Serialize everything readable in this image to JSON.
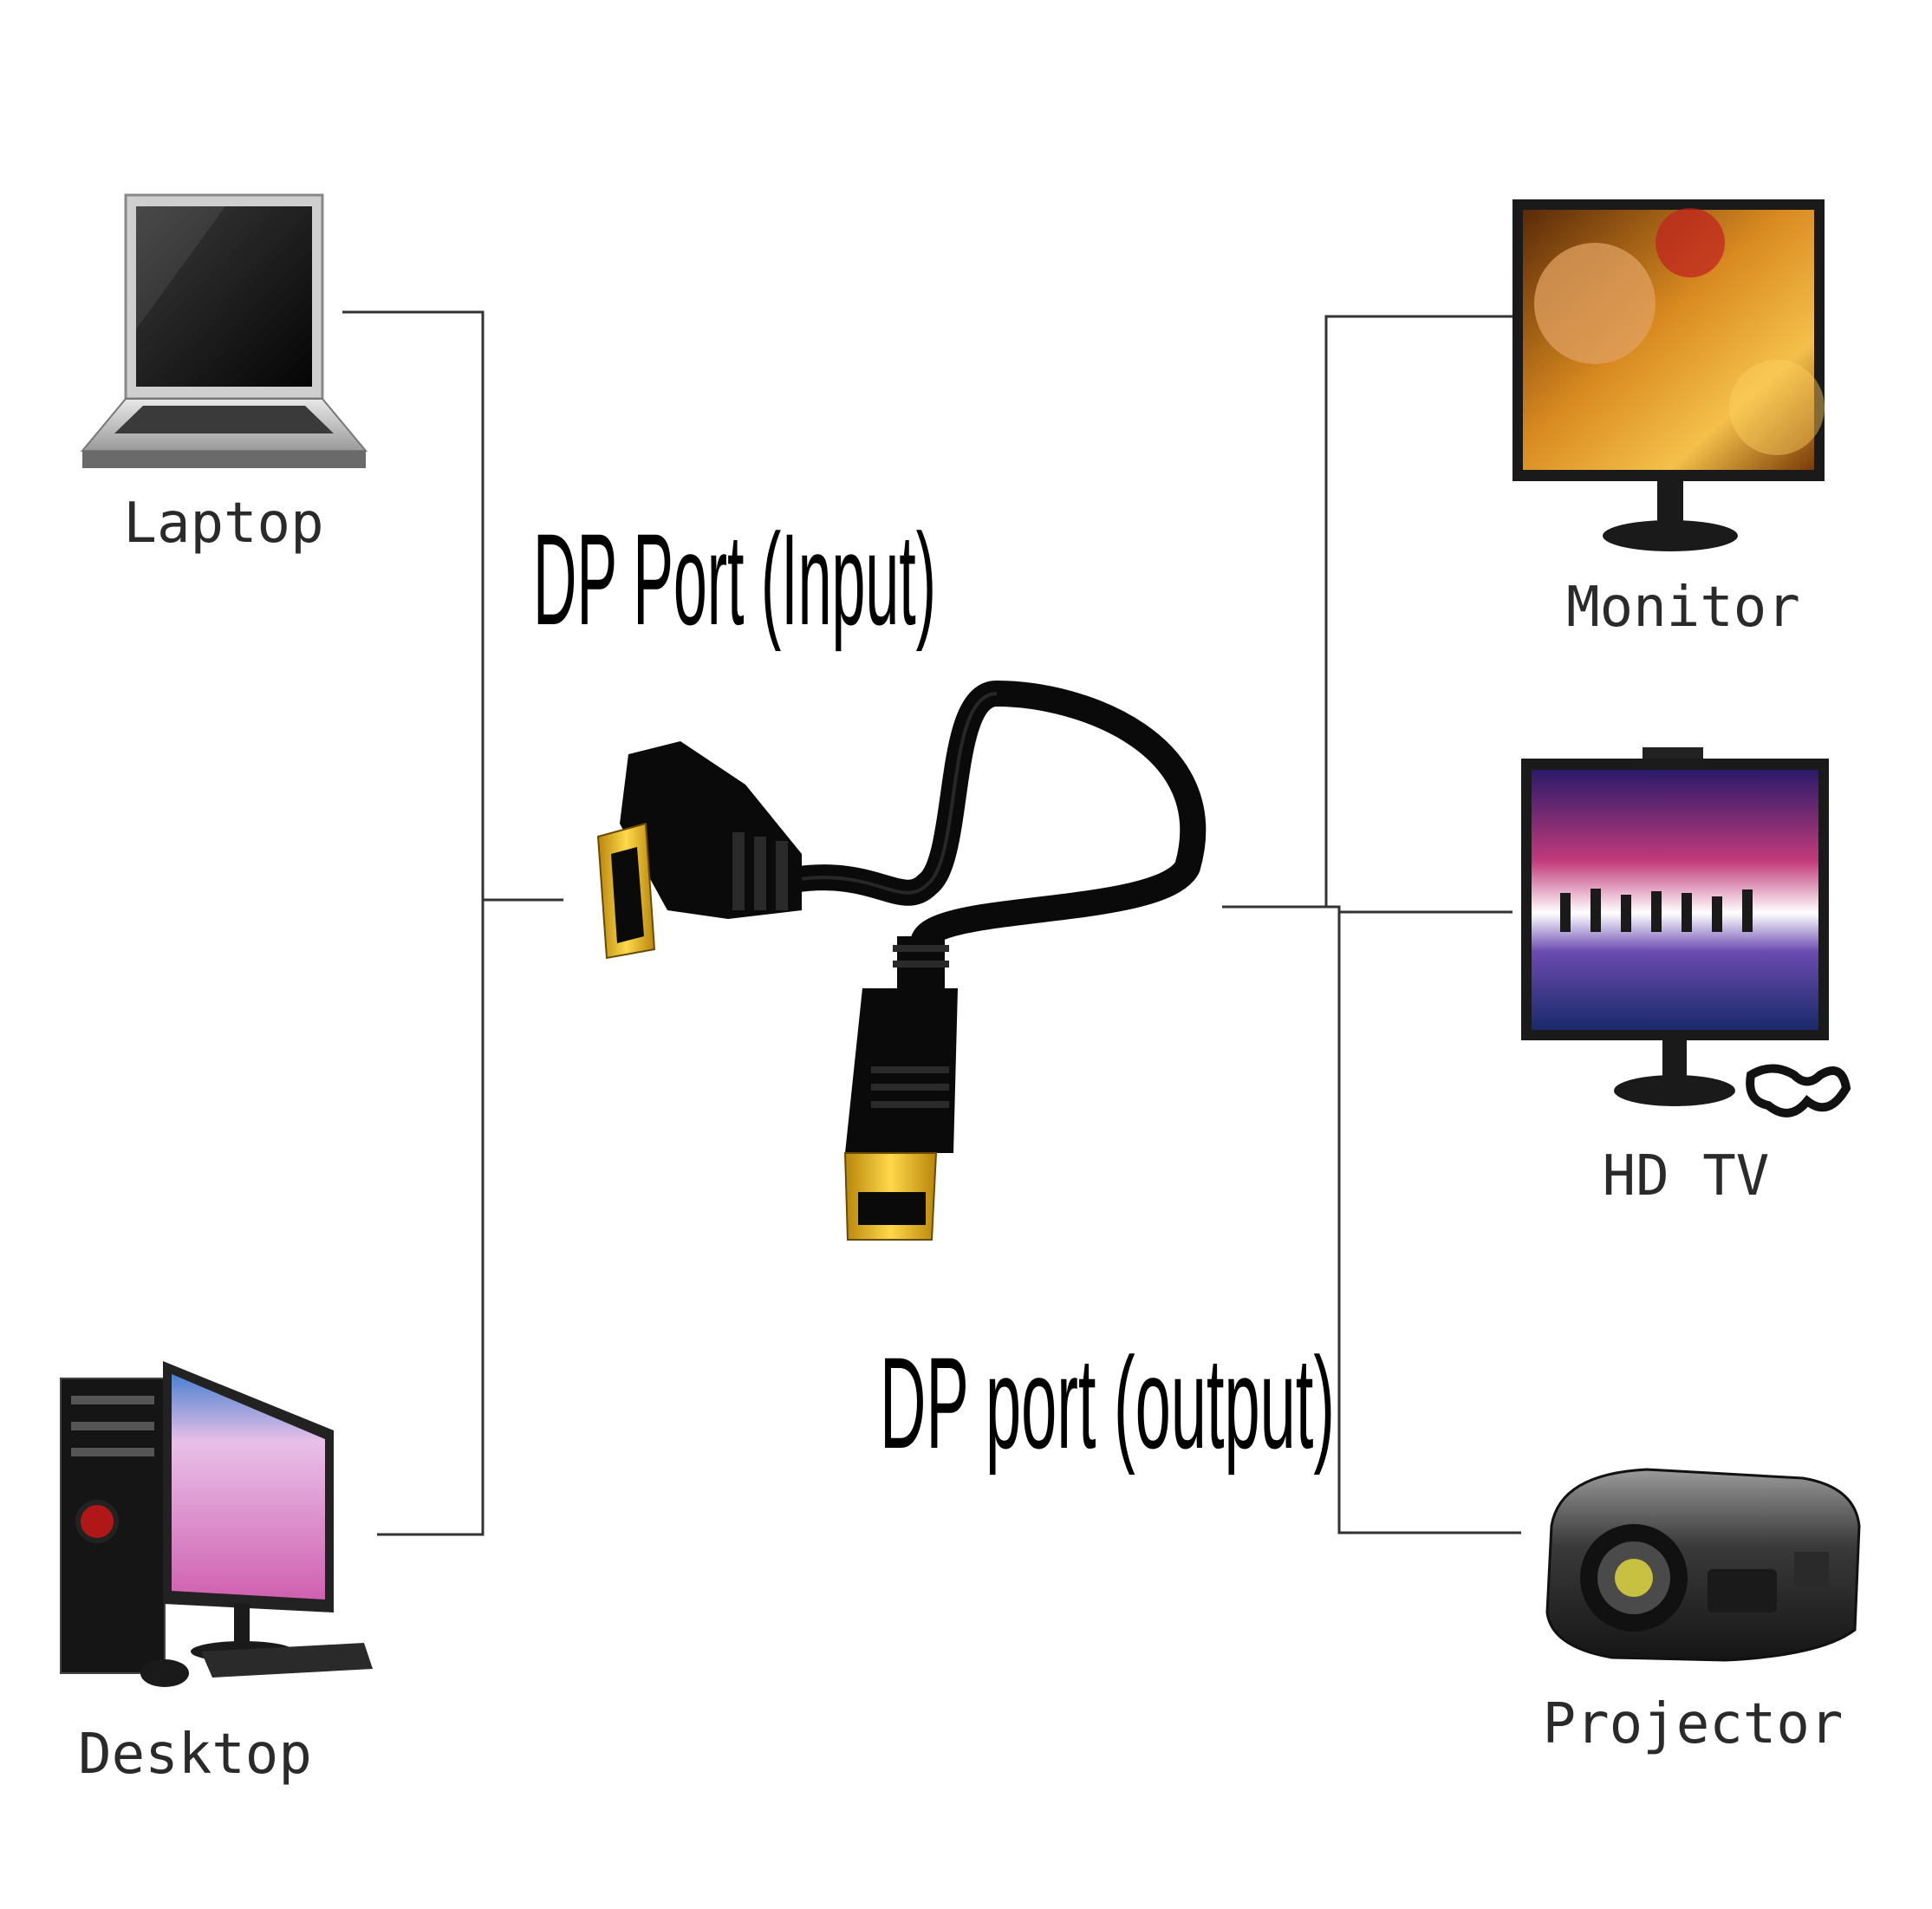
{
  "inputs": {
    "laptop": "Laptop",
    "desktop": "Desktop"
  },
  "outputs": {
    "monitor": "Monitor",
    "hdtv": "HD TV",
    "projector": "Projector"
  },
  "ports": {
    "input": "DP Port (Input)",
    "output": "DP port (output)"
  },
  "colors": {
    "line": "#333333",
    "cable": "#0a0a0a",
    "gold": "#d9a520"
  }
}
